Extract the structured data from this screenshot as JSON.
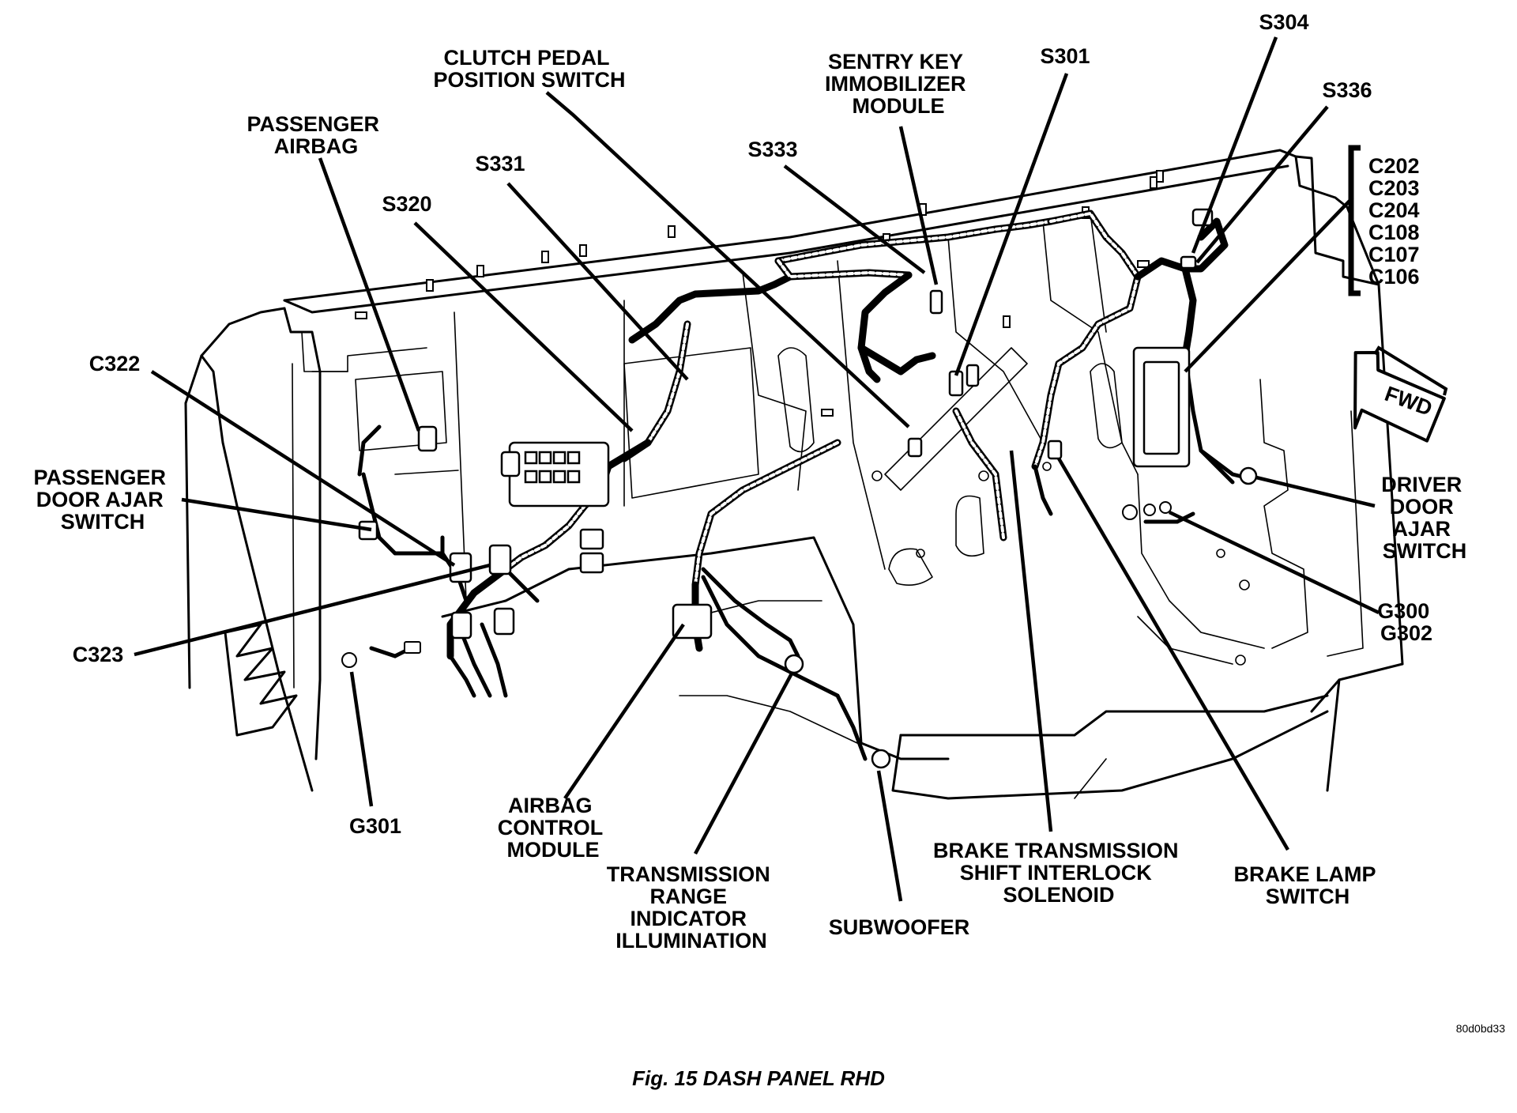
{
  "figure": {
    "caption": "Fig. 15 DASH PANEL RHD",
    "image_code": "80d0bd33",
    "direction_label": "FWD"
  },
  "labels": {
    "clutch_pedal_position_switch": [
      "CLUTCH PEDAL",
      "POSITION SWITCH"
    ],
    "sentry_key_immobilizer_module": [
      "SENTRY KEY",
      "IMMOBILIZER",
      "MODULE"
    ],
    "s301": "S301",
    "s304": "S304",
    "s336": "S336",
    "passenger_airbag": [
      "PASSENGER",
      "AIRBAG"
    ],
    "s331": "S331",
    "s333": "S333",
    "s320": "S320",
    "connector_group": [
      "C202",
      "C203",
      "C204",
      "C108",
      "C107",
      "C106"
    ],
    "c322": "C322",
    "passenger_door_ajar_switch": [
      "PASSENGER",
      "DOOR AJAR",
      "SWITCH"
    ],
    "driver_door_ajar_switch": [
      "DRIVER",
      "DOOR",
      "AJAR",
      "SWITCH"
    ],
    "g300_g302": [
      "G300",
      "G302"
    ],
    "c323": "C323",
    "g301": "G301",
    "airbag_control_module": [
      "AIRBAG",
      "CONTROL",
      "MODULE"
    ],
    "transmission_range_indicator_illumination": [
      "TRANSMISSION",
      "RANGE",
      "INDICATOR",
      "ILLUMINATION"
    ],
    "subwoofer": "SUBWOOFER",
    "brake_transmission_shift_interlock_solenoid": [
      "BRAKE TRANSMISSION",
      "SHIFT INTERLOCK",
      "SOLENOID"
    ],
    "brake_lamp_switch": [
      "BRAKE LAMP",
      "SWITCH"
    ]
  }
}
